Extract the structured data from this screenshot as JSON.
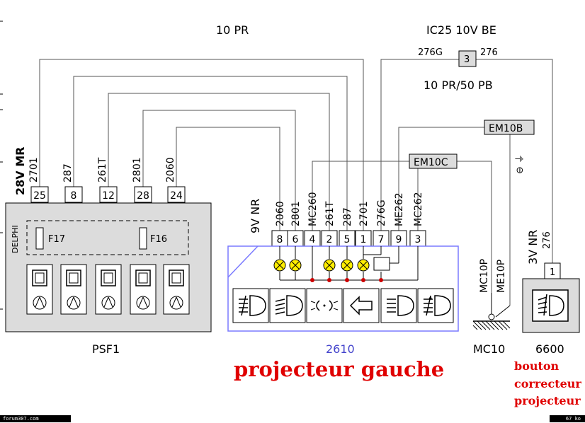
{
  "labels": {
    "top_wire": "10 PR",
    "ic25": "IC25  10V  BE",
    "conn3_left": "276G",
    "conn3_num": "3",
    "conn3_right": "276",
    "wire_10pr50pb": "10 PR/50 PB",
    "em10b": "EM10B",
    "em10c": "EM10C",
    "ground_sym": "⊖ ⏚",
    "psf1_conn": "28V  MR",
    "conn9v": "9V  NR",
    "conn3v": "3V  NR",
    "delphi": "DELPHI",
    "f17": "F17",
    "f16": "F16",
    "psf1": "PSF1",
    "c2610": "2610",
    "mc10": "MC10",
    "c6600": "6600",
    "mc10p": "MC10P",
    "me10p": "ME10P",
    "w276_right": "276",
    "pin1_6600": "1"
  },
  "psf1_wires": [
    "2701",
    "287",
    "261T",
    "2801",
    "2060"
  ],
  "psf1_pins": [
    "25",
    "8",
    "12",
    "28",
    "24"
  ],
  "conn_2610_wires": [
    "2060",
    "2801",
    "MC260",
    "261T",
    "287",
    "2701",
    "276G",
    "ME262",
    "MC262"
  ],
  "conn_2610_pins": [
    "8",
    "6",
    "4",
    "2",
    "5",
    "1",
    "7",
    "9",
    "3"
  ],
  "annotation": {
    "title": "projecteur gauche",
    "note_line1": "bouton",
    "note_line2": "correcteur",
    "note_line3": "projecteur"
  },
  "footer": {
    "left": "forum307.com",
    "right": "67 ko"
  },
  "colors": {
    "wire": "#000000",
    "panel_border": "#7a7aff",
    "lamp_yellow": "#ffee00",
    "node_red": "#cc0000",
    "annotation_red": "#e00000",
    "box_fill": "#dcdcdc"
  }
}
